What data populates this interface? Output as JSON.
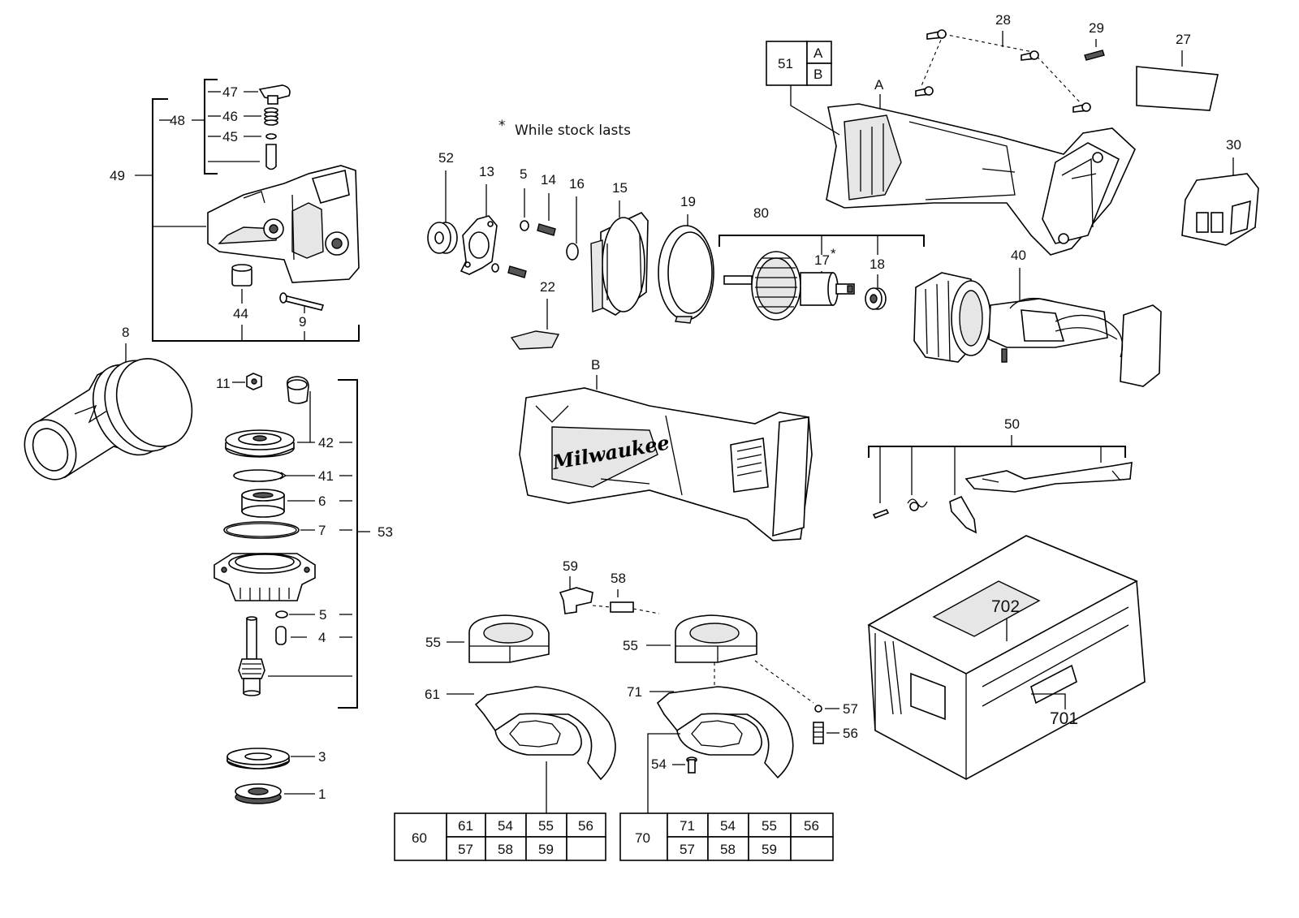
{
  "note": {
    "star": "*",
    "text": "While stock lasts"
  },
  "labels": {
    "p1": "1",
    "p3": "3",
    "p4": "4",
    "p5a": "5",
    "p5b": "5",
    "p6": "6",
    "p7": "7",
    "p8": "8",
    "p9": "9",
    "p11": "11",
    "p13": "13",
    "p14": "14",
    "p15": "15",
    "p16": "16",
    "p17": "17",
    "p17star": "*",
    "p18": "18",
    "p19": "19",
    "p22": "22",
    "p27": "27",
    "p28": "28",
    "p29": "29",
    "p30": "30",
    "p40": "40",
    "p41": "41",
    "p42": "42",
    "p44": "44",
    "p45": "45",
    "p46": "46",
    "p47": "47",
    "p48": "48",
    "p49": "49",
    "p50": "50",
    "p52": "52",
    "p53": "53",
    "p54": "54",
    "p55a": "55",
    "p55b": "55",
    "p56": "56",
    "p57": "57",
    "p58": "58",
    "p59": "59",
    "p61": "61",
    "p71": "71",
    "p80": "80",
    "pA": "A",
    "pB": "B",
    "p701": "701",
    "p702": "702"
  },
  "kit51": {
    "id": "51",
    "a": "A",
    "b": "B"
  },
  "kit60": {
    "id": "60",
    "row1": [
      "61",
      "54",
      "55",
      "56"
    ],
    "row2": [
      "57",
      "58",
      "59",
      ""
    ]
  },
  "kit70": {
    "id": "70",
    "row1": [
      "71",
      "54",
      "55",
      "56"
    ],
    "row2": [
      "57",
      "58",
      "59",
      ""
    ]
  }
}
